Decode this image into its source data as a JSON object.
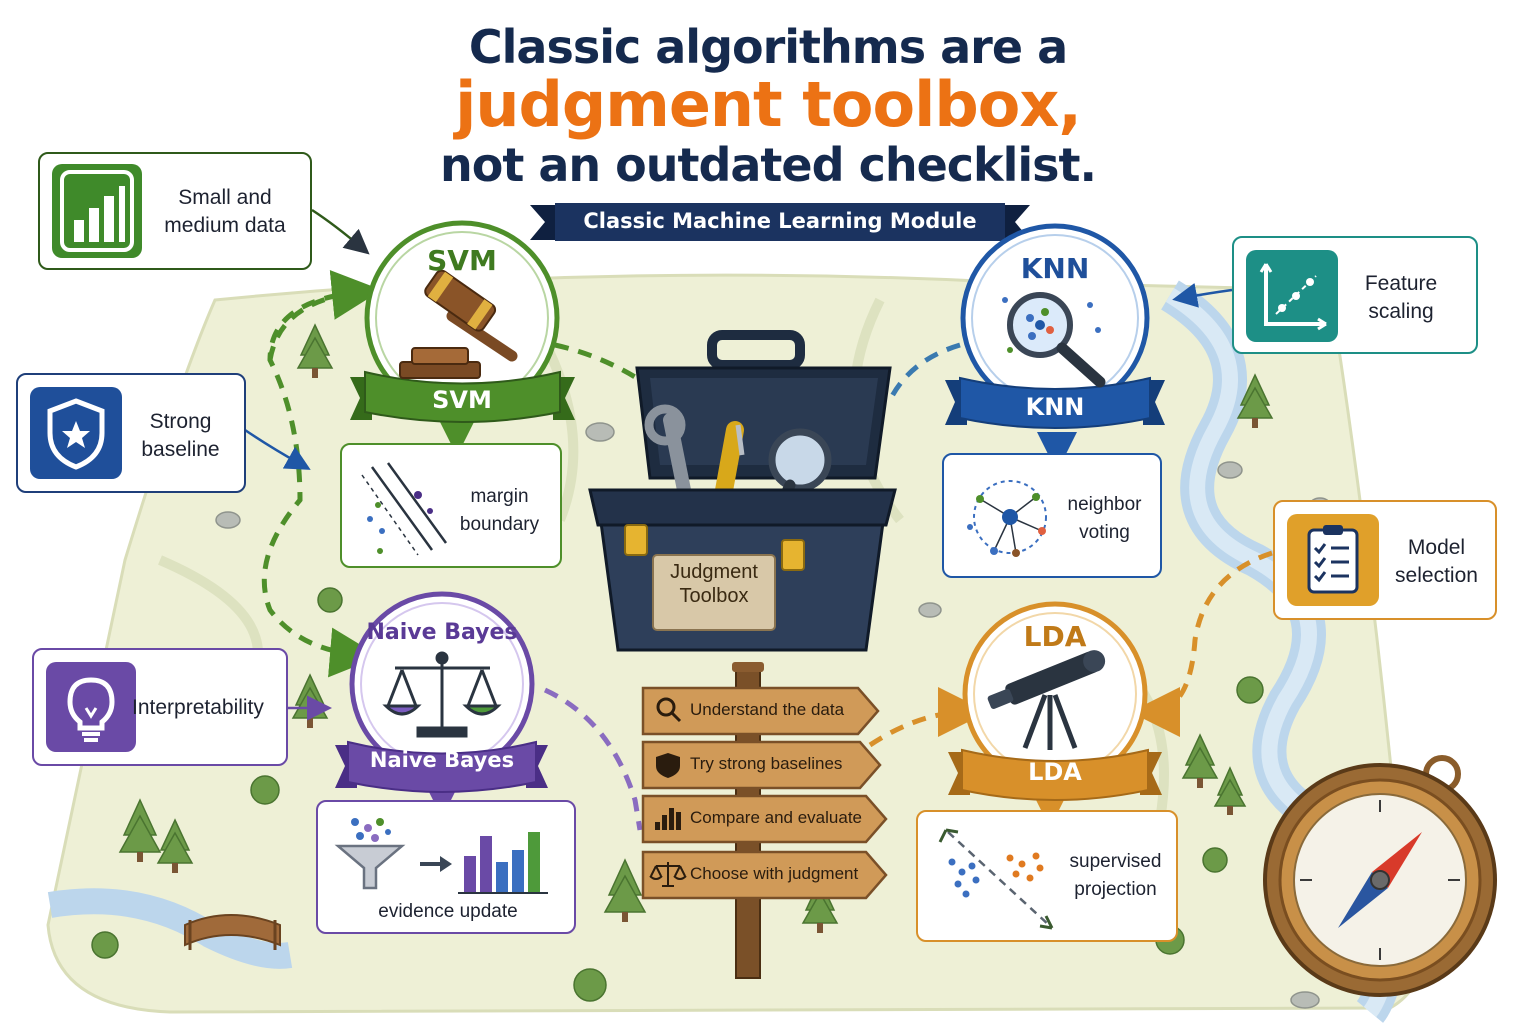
{
  "title": {
    "line1": "Classic algorithms are a",
    "line2": "judgment toolbox,",
    "line3": "not an outdated checklist.",
    "ribbon": "Classic Machine Learning Module"
  },
  "colors": {
    "navy": "#152a4e",
    "orange": "#ec7214",
    "svm_green": "#4e8f2a",
    "knn_blue": "#1f57a6",
    "nb_purple": "#6a4aa6",
    "lda_gold": "#d8902a",
    "teal": "#1d8f86"
  },
  "factors": {
    "small_medium_data": {
      "line1": "Small and",
      "line2": "medium data",
      "icon": "bar-chart-icon"
    },
    "strong_baseline": {
      "line1": "Strong",
      "line2": "baseline",
      "icon": "shield-icon"
    },
    "interpretability": {
      "text": "Interpretability",
      "icon": "lightbulb-icon"
    },
    "feature_scaling": {
      "line1": "Feature",
      "line2": "scaling",
      "icon": "scatter-axes-icon"
    },
    "model_selection": {
      "line1": "Model",
      "line2": "selection",
      "icon": "clipboard-checklist-icon"
    }
  },
  "algorithms": {
    "svm": {
      "title": "SVM",
      "banner": "SVM",
      "detail_line1": "margin",
      "detail_line2": "boundary",
      "icon": "gavel-icon"
    },
    "knn": {
      "title": "KNN",
      "banner": "KNN",
      "detail_line1": "neighbor",
      "detail_line2": "voting",
      "icon": "magnifier-icon"
    },
    "naive_bayes": {
      "title": "Naive Bayes",
      "banner": "Naive Bayes",
      "detail": "evidence update",
      "icon": "balance-scale-icon"
    },
    "lda": {
      "title": "LDA",
      "banner": "LDA",
      "detail_line1": "supervised",
      "detail_line2": "projection",
      "icon": "telescope-icon"
    }
  },
  "toolbox": {
    "line1": "Judgment",
    "line2": "Toolbox",
    "icon": "toolbox-icon"
  },
  "signpost": {
    "steps": [
      {
        "label": "Understand the data",
        "icon": "search-icon"
      },
      {
        "label": "Try strong baselines",
        "icon": "shield-icon"
      },
      {
        "label": "Compare and evaluate",
        "icon": "bar-chart-icon"
      },
      {
        "label": "Choose with judgment",
        "icon": "balance-scale-icon"
      }
    ]
  }
}
